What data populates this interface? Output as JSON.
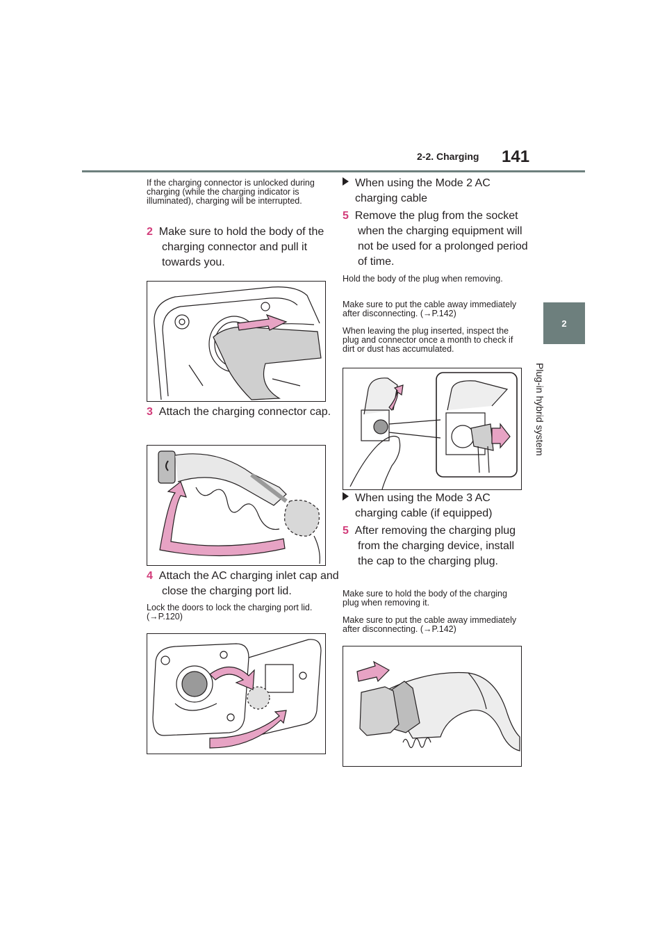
{
  "header": {
    "section": "2-2. Charging",
    "page_number": "141",
    "chapter_tab": "2",
    "chapter_label": "Plug-in hybrid system"
  },
  "left": {
    "note_intro": "If the charging connector is unlocked during charging (while the charging indicator is illuminated), charging will be interrupted.",
    "step2": {
      "num": "2",
      "text": "Make sure to hold the body of the charging connector and pull it towards you."
    },
    "step3": {
      "num": "3",
      "text": "Attach the charging connector cap."
    },
    "step4": {
      "num": "4",
      "text": "Attach the AC charging inlet cap and close the charging port lid."
    },
    "note_lock_pre": "Lock the doors to lock the charging port lid. (",
    "note_lock_ref": "→P.120)"
  },
  "right": {
    "bullet_mode2": "When using the Mode 2 AC charging cable",
    "step5a": {
      "num": "5",
      "text": "Remove the plug from the socket when the charging equipment will not be used for a prolonged period of time."
    },
    "note_hold_plug": "Hold the body of the plug when removing.",
    "note_cable_pre": "Make sure to put the cable away immediately after disconnecting. (",
    "note_cable_ref": "→P.142)",
    "note_inspect": "When leaving the plug inserted, inspect the plug and connector once a month to check if dirt or dust has accumulated.",
    "bullet_mode3": "When using the Mode 3 AC charging cable (if equipped)",
    "step5b": {
      "num": "5",
      "text": "After removing the charging plug from the charging device, install the cap to the charging plug."
    },
    "note_hold_body": "Make sure to hold the body of the charging plug when removing it.",
    "note_cable2_pre": "Make sure to put the cable away immediately after disconnecting. (",
    "note_cable2_ref": "→P.142)"
  },
  "colors": {
    "accent_pink": "#e7a3c4",
    "step_number": "#d23c7a",
    "tab_gray": "#6d7f7d"
  },
  "icons": [
    "arrow-right-icon",
    "curved-arrow-icon"
  ]
}
